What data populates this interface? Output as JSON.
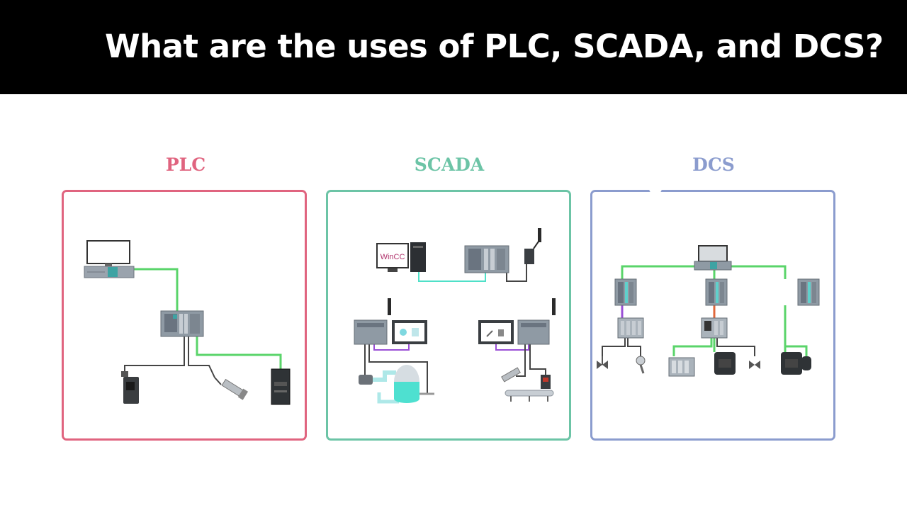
{
  "header": {
    "title": "What are the uses of PLC, SCADA, and DCS?"
  },
  "colors": {
    "header_bg": "#000000",
    "plc": "#e0647f",
    "scada": "#6cc4a6",
    "dcs": "#8b9cce",
    "network_green": "#5ad46a"
  },
  "panels": {
    "plc": {
      "label": "PLC"
    },
    "scada": {
      "label": "SCADA",
      "software_label": "WinCC"
    },
    "dcs": {
      "label": "DCS"
    }
  }
}
